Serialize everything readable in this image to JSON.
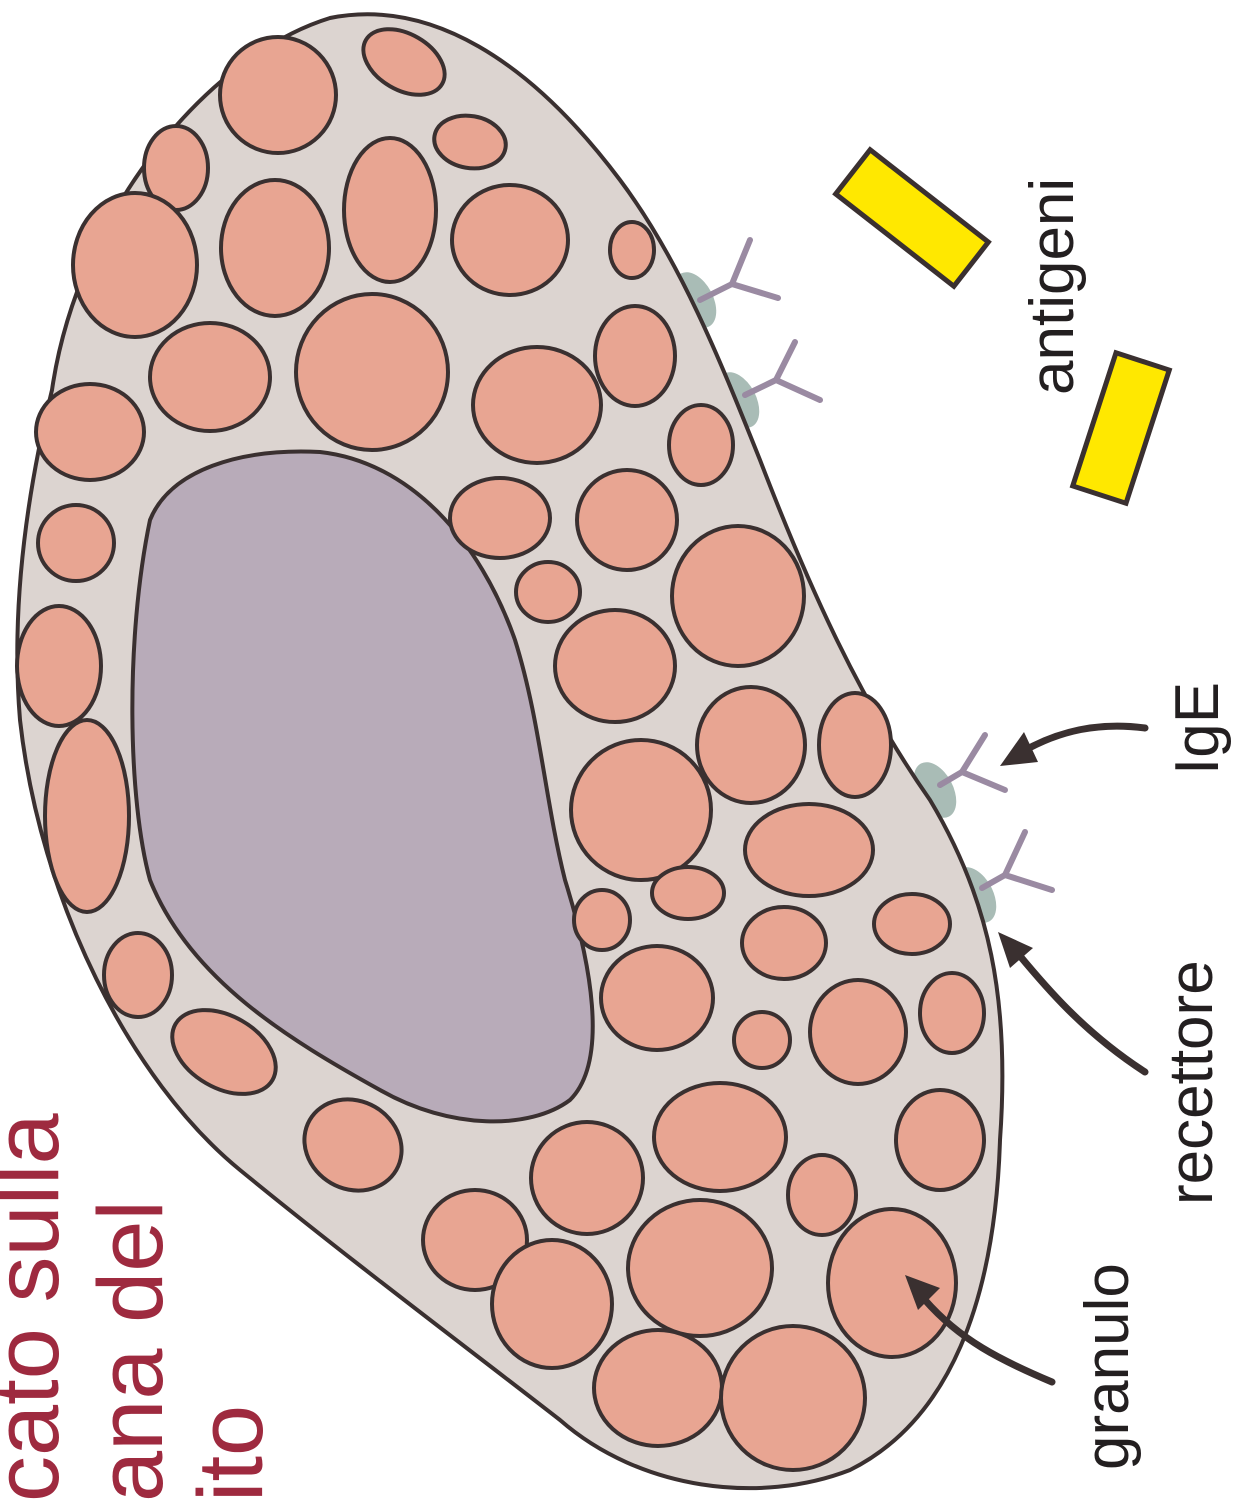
{
  "labels": {
    "antigens": "antigeni",
    "ige": "IgE",
    "receptor": "recettore",
    "granule": "granulo"
  },
  "caption": {
    "line1": "cato sulla",
    "line2": "ana del",
    "line3": "ito"
  },
  "colors": {
    "cytoplasm": "#dcd4d0",
    "outline": "#3a3030",
    "nucleus": "#b8abb9",
    "granule": "#e8a592",
    "ige": "#9a8aa2",
    "receptor": "#a9bcb6",
    "antigen": "#ffe800",
    "caption": "#9e2a3f",
    "arrow": "#3a3030"
  }
}
